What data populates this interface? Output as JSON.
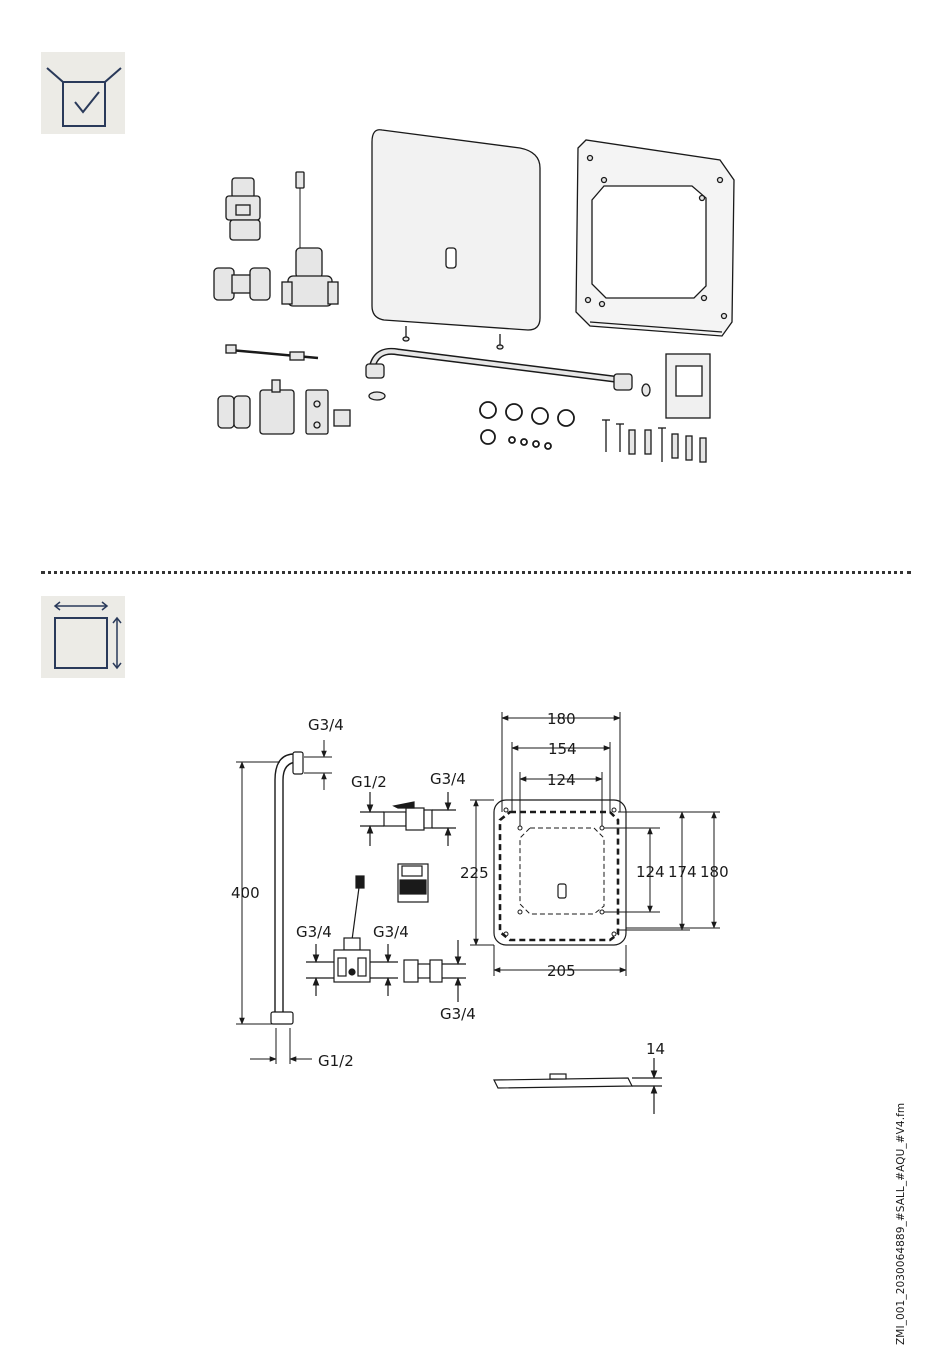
{
  "dimensions": {
    "hose_length": "400",
    "hose_top_thread": "G3/4",
    "hose_bottom_thread": "G1/2",
    "ball_valve_inlet": "G1/2",
    "ball_valve_outlet": "G3/4",
    "solenoid_inlet": "G3/4",
    "solenoid_outlet": "G3/4",
    "coupling_thread": "G3/4",
    "frame_width_outer": "180",
    "frame_hole_spacing_outer": "154",
    "frame_hole_spacing_inner": "124",
    "cover_height": "225",
    "frame_height_inner": "124",
    "frame_height_mid": "174",
    "frame_height_outer": "180",
    "cover_width": "205",
    "cover_depth": "14"
  },
  "file_reference": "ZMI_001_2030064889_#SALL_#AQU_#V4.fm",
  "colors": {
    "line": "#1a1a1a",
    "icon_bg": "#ecebe6",
    "part_fill": "#d9d9d9"
  }
}
